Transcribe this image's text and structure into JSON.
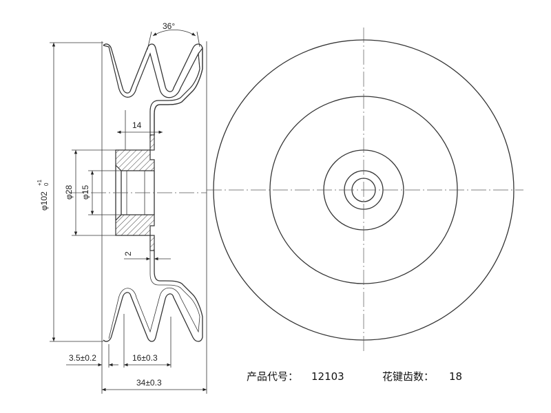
{
  "dimensions": {
    "groove_angle": "36°",
    "outer_diameter_main": "φ102",
    "outer_diameter_tol_upper": "+1",
    "outer_diameter_tol_lower": "0",
    "bore_outer_diameter": "φ28",
    "bore_inner_diameter": "φ15",
    "hub_length": "14",
    "web_thickness": "2",
    "offset": "3.5±0.2",
    "groove_pitch": "16±0.3",
    "total_width": "34±0.3"
  },
  "caption": {
    "product_code_label": "产品代号：",
    "product_code_value": "12103",
    "spline_teeth_label": "花键齿数：",
    "spline_teeth_value": "18"
  }
}
